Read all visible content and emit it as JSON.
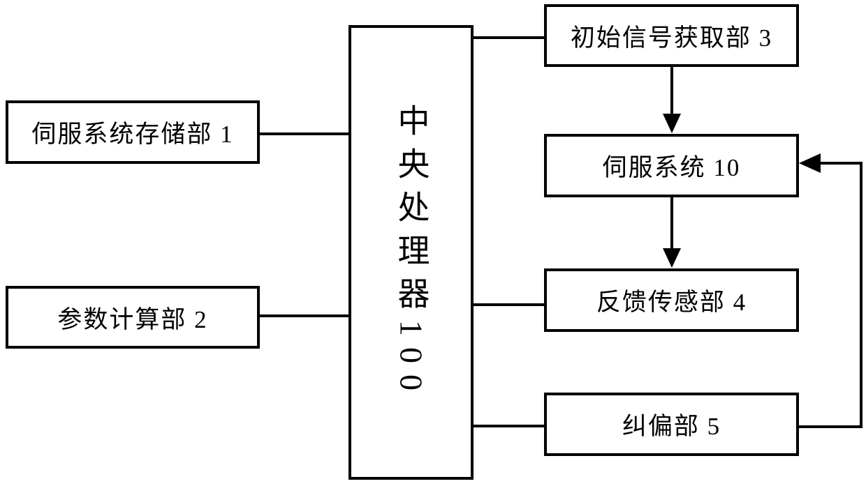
{
  "diagram": {
    "background_color": "#ffffff",
    "line_color": "#000000",
    "nodes": {
      "storage": {
        "label": "伺服系统存储部 1"
      },
      "param": {
        "label": "参数计算部 2"
      },
      "cpu": {
        "label": "中央处理器100",
        "orientation": "vertical"
      },
      "initial": {
        "label": "初始信号获取部 3"
      },
      "servo": {
        "label": "伺服系统 10"
      },
      "feedback": {
        "label": "反馈传感部 4"
      },
      "correction": {
        "label": "纠偏部 5"
      }
    },
    "connections": [
      {
        "from": "storage",
        "to": "cpu",
        "type": "line"
      },
      {
        "from": "param",
        "to": "cpu",
        "type": "line"
      },
      {
        "from": "cpu",
        "to": "initial",
        "type": "line"
      },
      {
        "from": "cpu",
        "to": "feedback",
        "type": "line"
      },
      {
        "from": "cpu",
        "to": "correction",
        "type": "line"
      },
      {
        "from": "initial",
        "to": "servo",
        "type": "arrow-down"
      },
      {
        "from": "servo",
        "to": "feedback",
        "type": "arrow-down"
      },
      {
        "from": "correction",
        "to": "servo",
        "type": "arrow-feedback-loop"
      }
    ]
  }
}
